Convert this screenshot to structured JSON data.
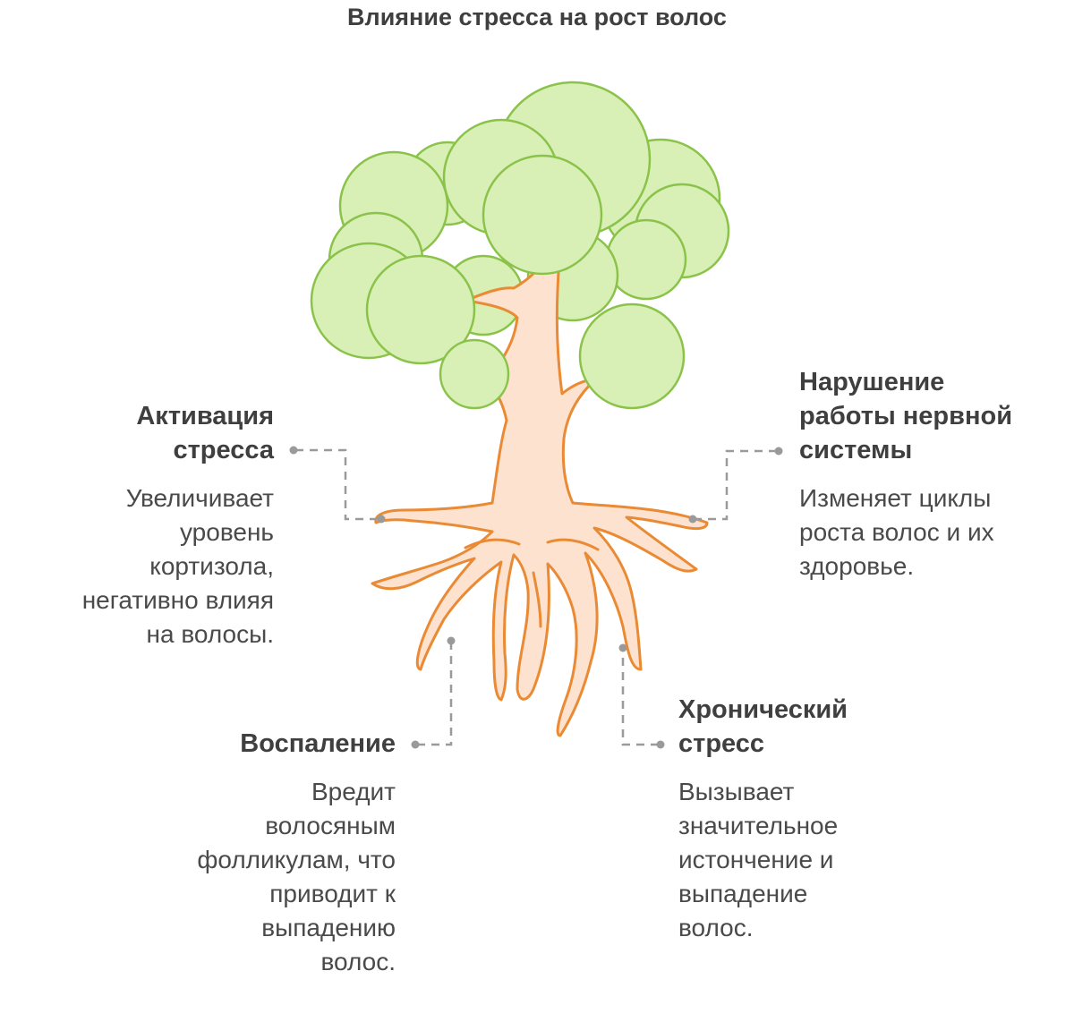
{
  "title": "Влияние стресса на рост волос",
  "colors": {
    "foliage_fill": "#d8f0b6",
    "foliage_stroke": "#8bc34a",
    "trunk_fill": "#fde3cf",
    "trunk_stroke": "#ea8a34",
    "connector": "#9a9a9a"
  },
  "labels": [
    {
      "id": "activation",
      "title_lines": [
        "Активация",
        "стресса"
      ],
      "desc_lines": [
        "Увеличивает",
        "уровень",
        "кортизола,",
        "негативно влияя",
        "на волосы."
      ]
    },
    {
      "id": "nervous",
      "title_lines": [
        "Нарушение",
        "работы нервной",
        "системы"
      ],
      "desc_lines": [
        "Изменяет циклы",
        "роста волос и их",
        "здоровье."
      ]
    },
    {
      "id": "inflammation",
      "title_lines": [
        "Воспаление"
      ],
      "desc_lines": [
        "Вредит",
        "волосяным",
        "фолликулам, что",
        "приводит к",
        "выпадению",
        "волос."
      ]
    },
    {
      "id": "chronic",
      "title_lines": [
        "Хронический",
        "стресс"
      ],
      "desc_lines": [
        "Вызывает",
        "значительное",
        "истончение и",
        "выпадение",
        "волос."
      ]
    }
  ]
}
